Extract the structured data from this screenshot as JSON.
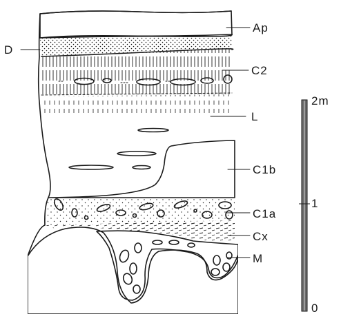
{
  "layers": {
    "ap": "Ap",
    "d": "D",
    "c2": "C2",
    "l": "L",
    "c1b": "C1b",
    "c1a": "C1a",
    "cx": "Cx",
    "m": "M"
  },
  "scale": {
    "top": "2m",
    "middle": "1",
    "bottom": "0"
  },
  "colors": {
    "ink": "#1a1a1a",
    "scale_bar": "#6b6b6b",
    "paper": "#ffffff"
  }
}
